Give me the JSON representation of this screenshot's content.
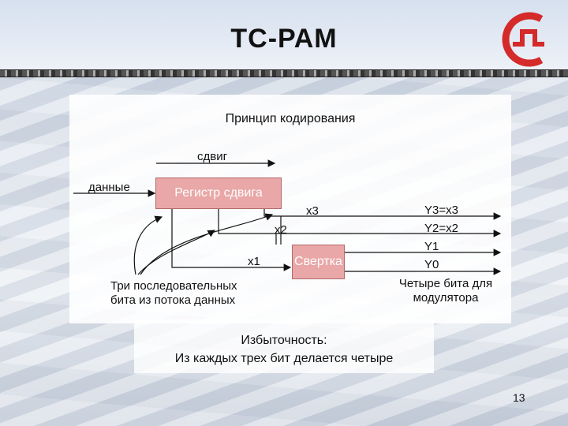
{
  "slide": {
    "title": "ТС-РАМ",
    "page_number": "13"
  },
  "diagram": {
    "heading": "Принцип кодирования",
    "shift_label": "сдвиг",
    "data_label": "данные",
    "shift_register": "Регистр сдвига",
    "convolution": "Свертка",
    "x3": "x3",
    "x2": "x2",
    "x1": "x1",
    "y3": "Y3=x3",
    "y2": "Y2=x2",
    "y1": "Y1",
    "y0": "Y0",
    "three_bits_line1": "Три последовательных",
    "three_bits_line2": "бита из потока данных",
    "four_bits_line1": "Четыре бита для",
    "four_bits_line2": "модулятора"
  },
  "caption": {
    "line1": "Избыточность:",
    "line2": "Из каждых трех бит делается четыре"
  },
  "colors": {
    "block_fill": "#e9a7a7",
    "logo_red": "#d42a2a"
  }
}
